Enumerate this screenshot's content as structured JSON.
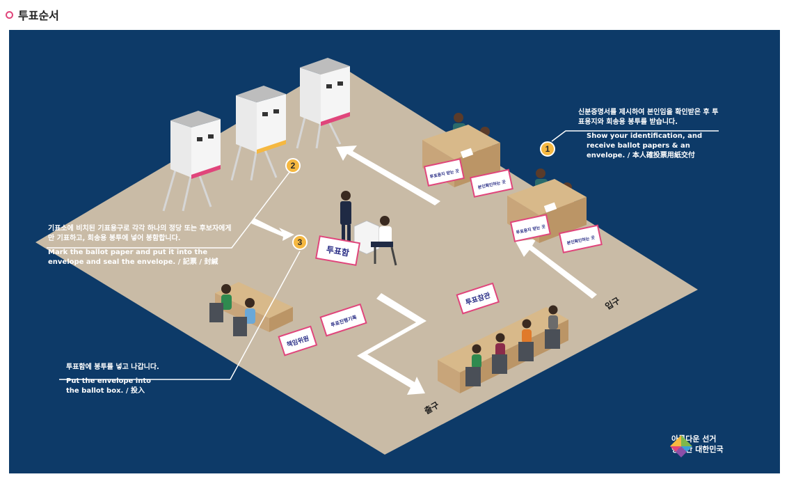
{
  "header": {
    "title": "투표순서"
  },
  "steps": [
    {
      "number": "1",
      "ko": "신분증명서를 제시하여 본인임을 확인받은 후 투표용지와 회송용 봉투를 받습니다.",
      "en": "Show your identification, and receive ballot papers & an envelope. / 本人確投票用紙交付"
    },
    {
      "number": "2",
      "ko": "기표소에 비치된 기표용구로 각각 하나의 정당 또는 후보자에게만 기표하고, 회송용 봉투에 넣어 봉함합니다.",
      "en": "Mark the ballot paper and put it into the envelope and seal the envelope. / 記票 / 封緘"
    },
    {
      "number": "3",
      "ko": "투표함에 봉투를 넣고 나갑니다.",
      "en": "Put the envelope into the ballot box. / 投入"
    }
  ],
  "signs": {
    "ballot_issue_a": "투표용지 받는 곳",
    "id_check_a": "본인확인하는 곳",
    "ballot_issue_b": "투표용지 받는 곳",
    "id_check_b": "본인확인하는 곳",
    "ballot_box": "투표함",
    "manager": "책임위원",
    "progress_record": "투표진행기록",
    "observers": "투표참관"
  },
  "doors": {
    "entrance": "입구",
    "exit": "출구"
  },
  "logo": {
    "line1": "아름다운 선거",
    "line2": "행복한 대한민국"
  },
  "colors": {
    "background": "#0d3a68",
    "floor": "#c9bba6",
    "accent_pink": "#e0457b",
    "badge": "#f5b841",
    "sign_text": "#2a2e86"
  }
}
